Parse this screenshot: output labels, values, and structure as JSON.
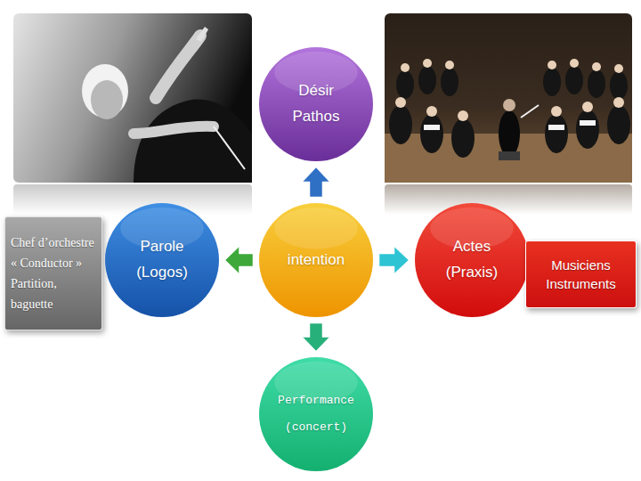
{
  "diagram": {
    "nodes": [
      {
        "text": [
          "Désir Pathos"
        ]
      },
      {
        "text": [
          "Chef d’orchestre « Conductor » Partition, baguette"
        ]
      },
      {
        "text": [
          "Parole (Logos)"
        ]
      },
      {
        "text": [
          "intention"
        ]
      },
      {
        "text": [
          "Actes (Praxis)"
        ]
      },
      {
        "text": [
          "Musiciens Instruments"
        ]
      },
      {
        "text": [
          "Performance (concert)"
        ]
      }
    ],
    "edges": [
      {
        "from": 3,
        "to": 0,
        "arrow": "to"
      },
      {
        "from": 3,
        "to": 2,
        "arrow": "to"
      },
      {
        "from": 3,
        "to": 4,
        "arrow": "to"
      },
      {
        "from": 3,
        "to": 6,
        "arrow": "to"
      }
    ]
  }
}
